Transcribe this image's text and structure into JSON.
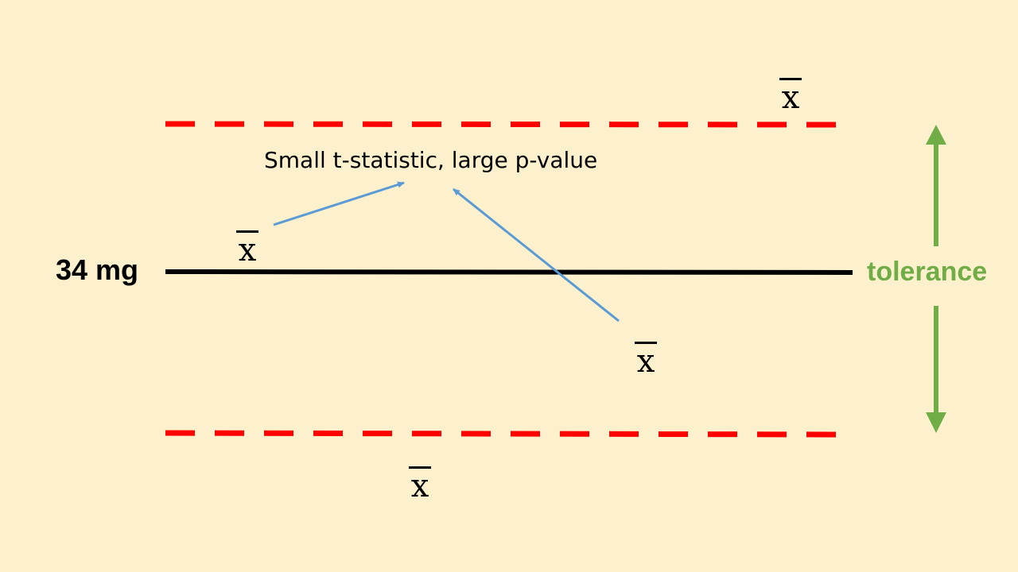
{
  "center_label": "34 mg",
  "tolerance_label": "tolerance",
  "annotation": "Small t-statistic, large p-value",
  "xbar_symbol": "x",
  "colors": {
    "background": "#fdf0cc",
    "center_line": "#000000",
    "limit_lines": "#ff0000",
    "pointer_arrows": "#5b9bd5",
    "tolerance": "#70ad47"
  }
}
